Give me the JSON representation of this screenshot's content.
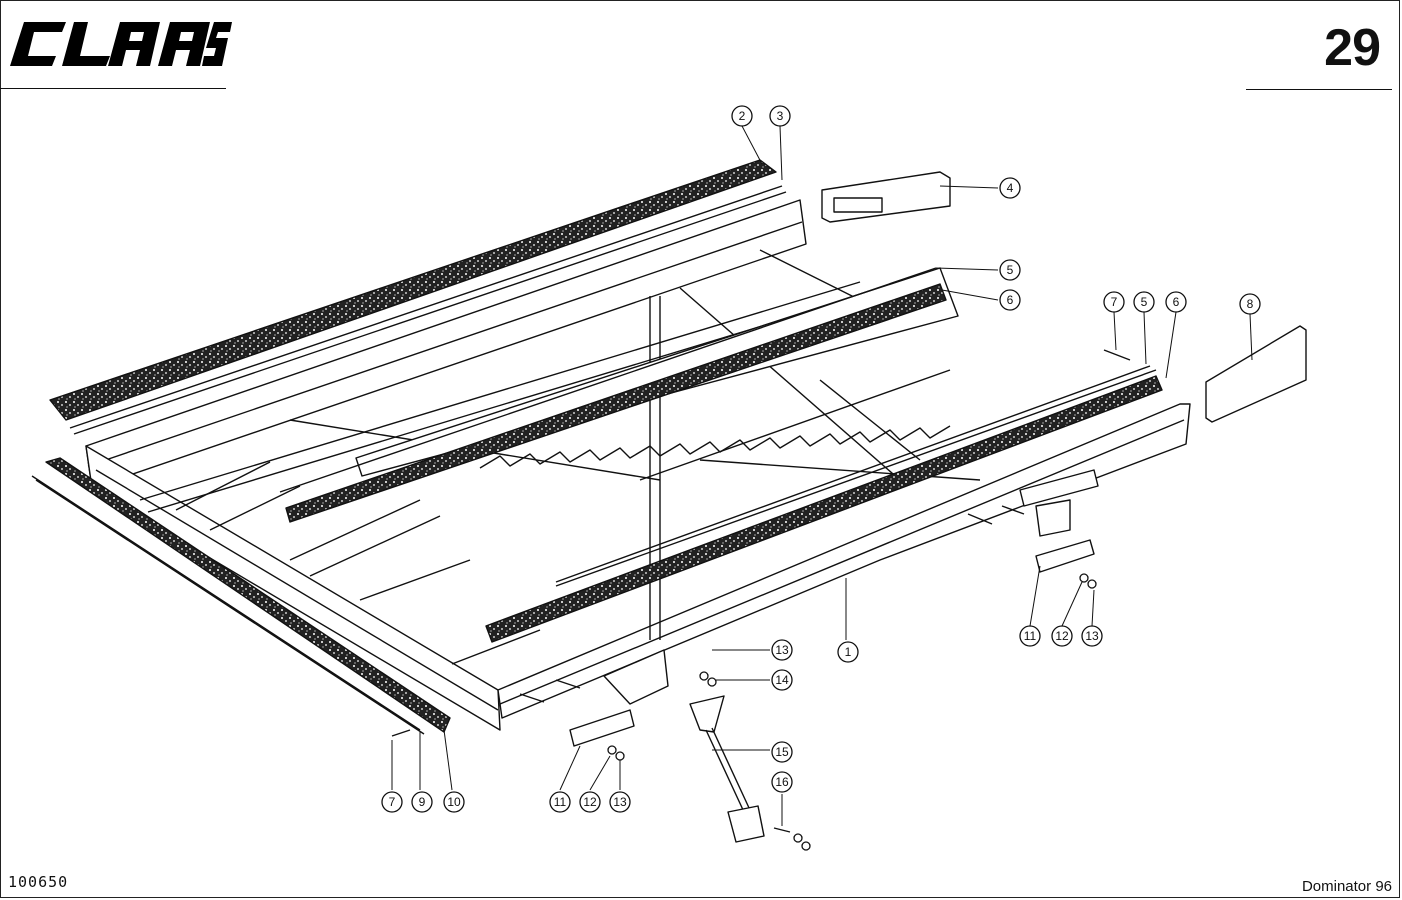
{
  "header": {
    "brand": "CLAAS",
    "page_number": "29"
  },
  "footer": {
    "drawing_id": "100650",
    "model": "Dominator 96"
  },
  "callouts": [
    "1",
    "2",
    "3",
    "4",
    "5",
    "6",
    "7",
    "5",
    "6",
    "8",
    "7",
    "9",
    "10",
    "11",
    "12",
    "13",
    "13",
    "14",
    "15",
    "16",
    "11",
    "12",
    "13"
  ]
}
